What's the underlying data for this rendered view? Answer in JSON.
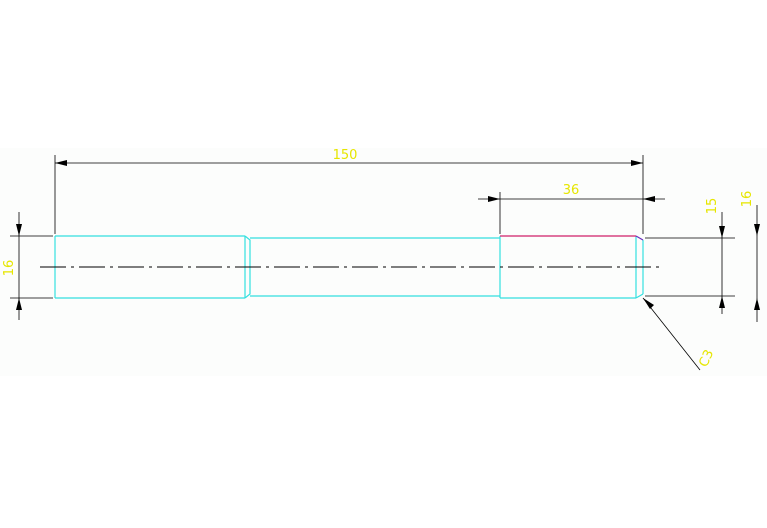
{
  "colors": {
    "background": "#ffffff",
    "drawing_area": "#fcfdfc",
    "part_outline": "#33e0e0",
    "dimension_lines": "#000000",
    "dimension_text": "#e6e600",
    "centerline": "#000000",
    "highlight_edge": "#d0206a",
    "chamfer_edge": "#6a2fbf"
  },
  "dimensions": {
    "overall_length": "150",
    "end_section_length": "36",
    "left_diameter": "16",
    "right_inner_height": "15",
    "right_outer_height": "16",
    "chamfer": "C3"
  }
}
